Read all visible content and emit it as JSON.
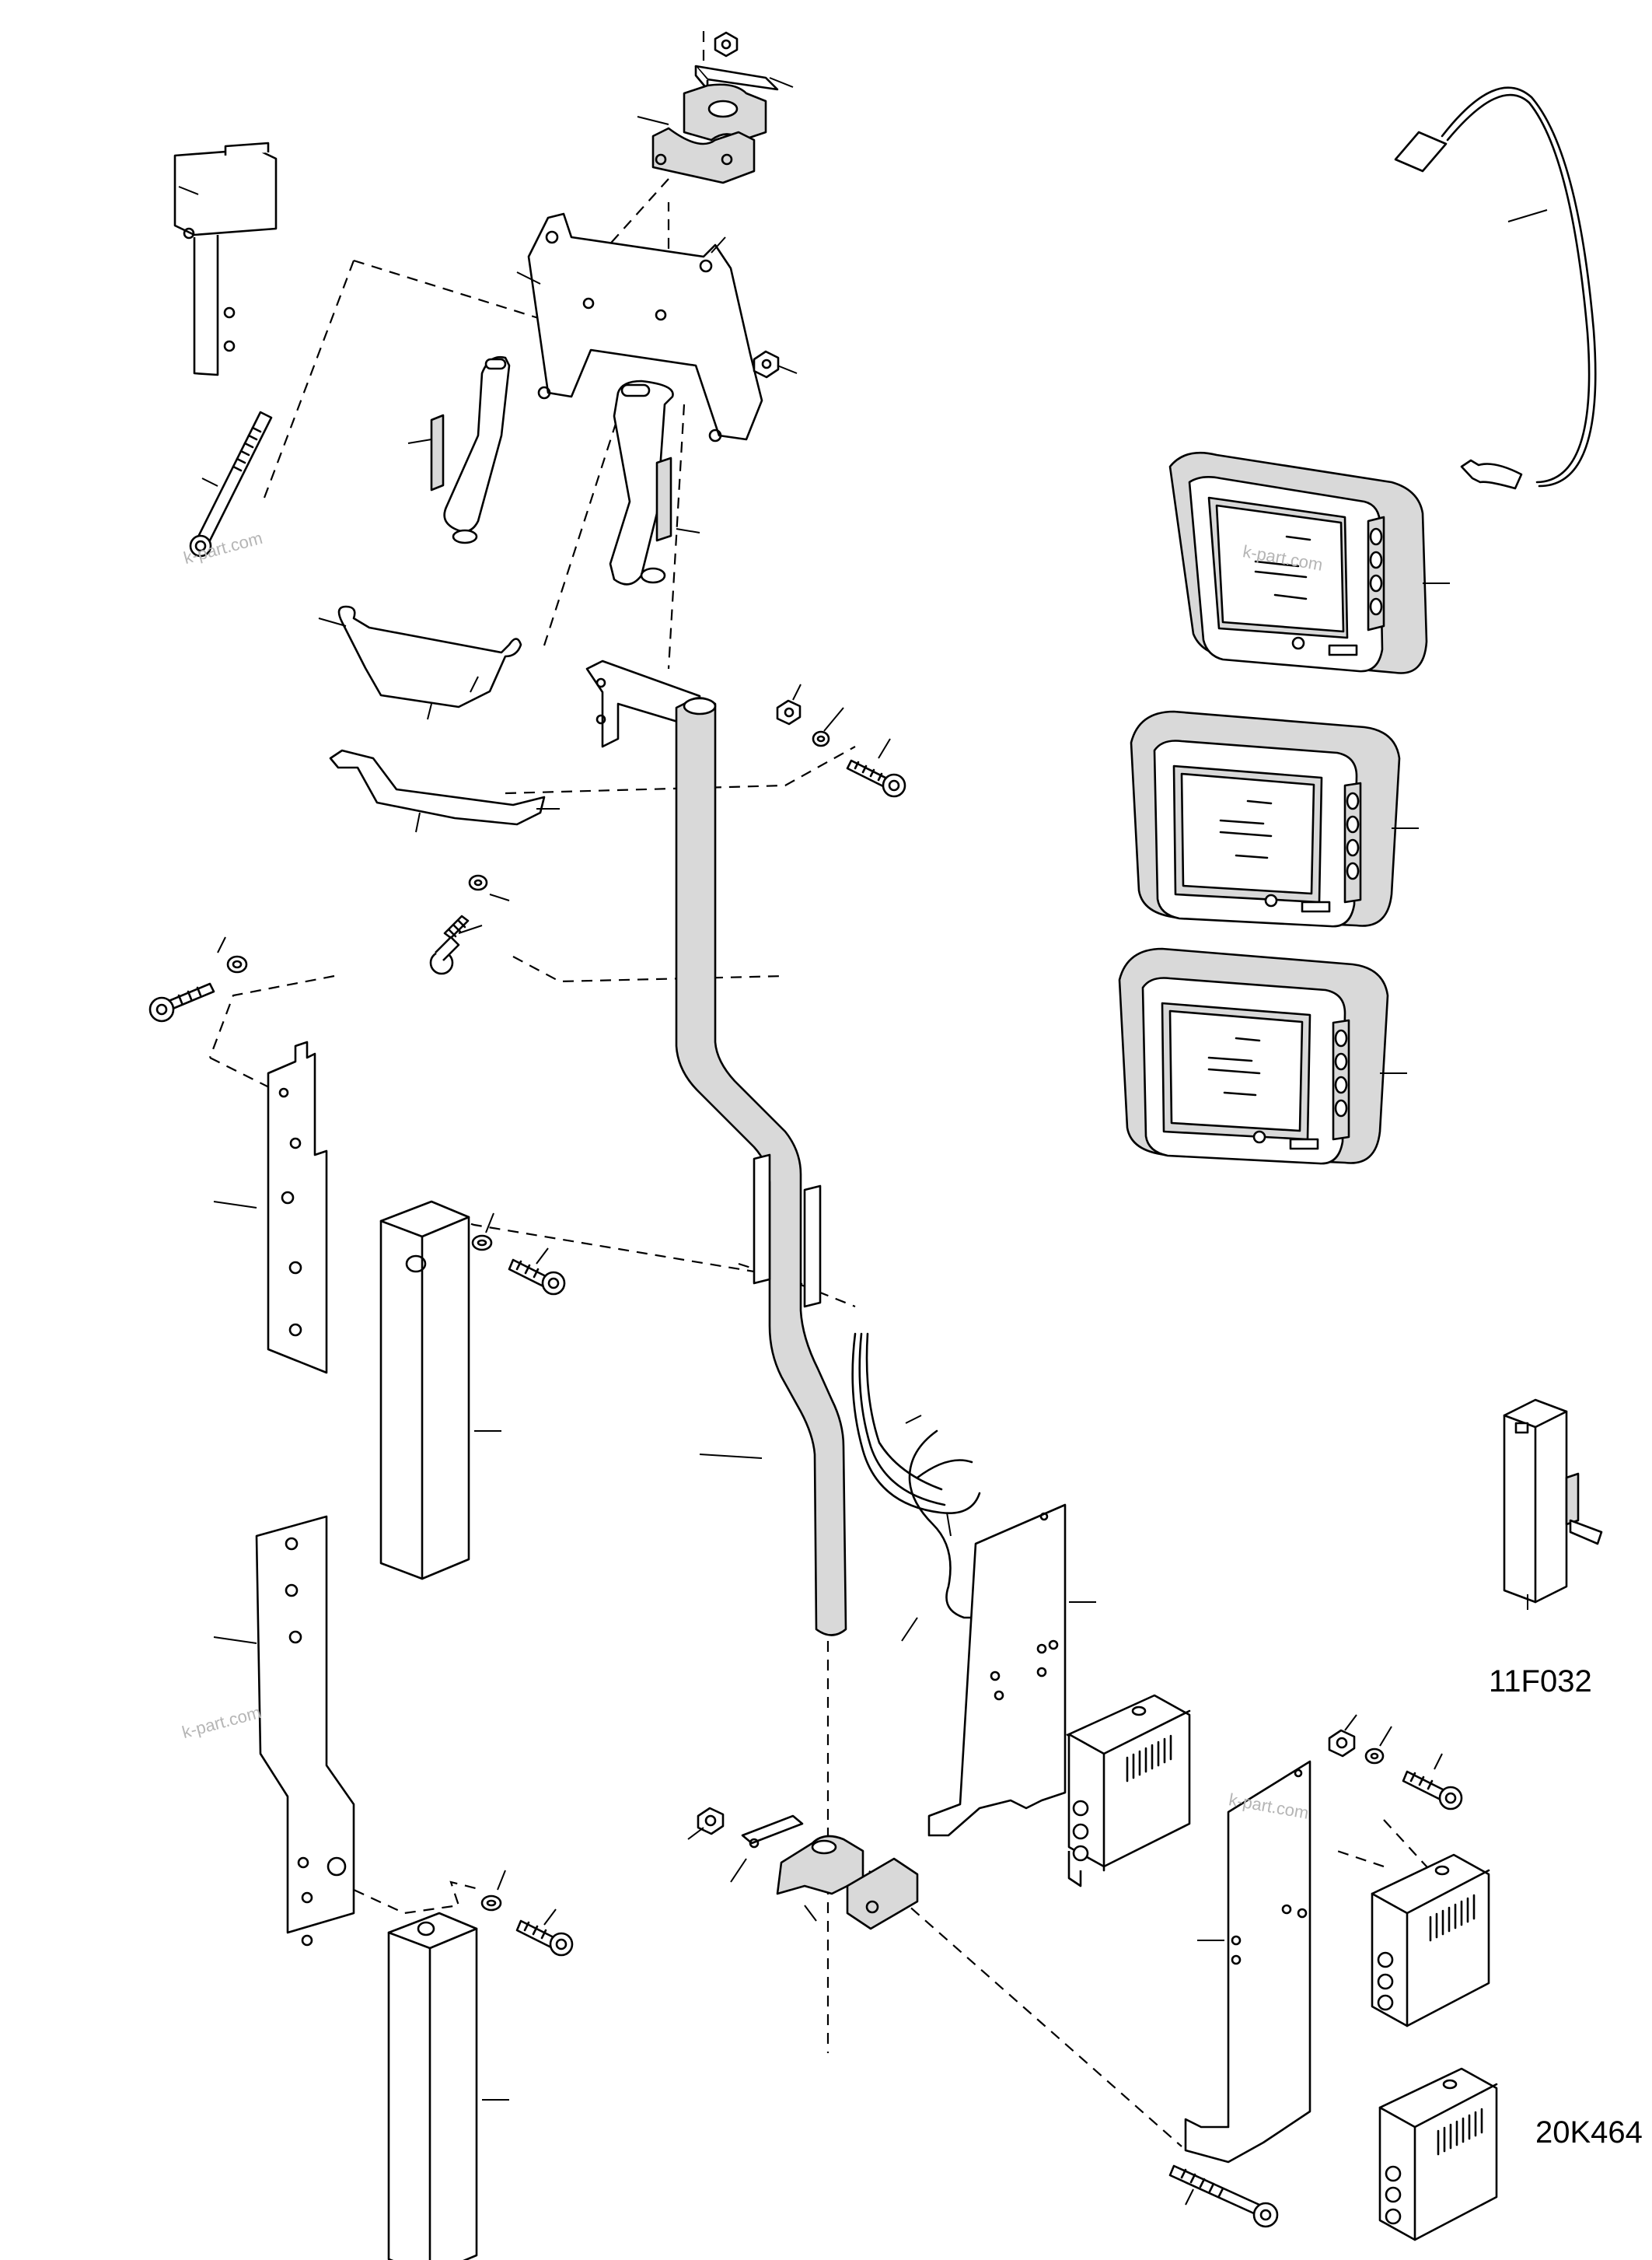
{
  "diagram": {
    "part_codes": [
      "11F032",
      "20K464"
    ],
    "watermarks": [
      "k-part.com",
      "k-part.com",
      "k-part.com",
      "k-part.com"
    ]
  }
}
